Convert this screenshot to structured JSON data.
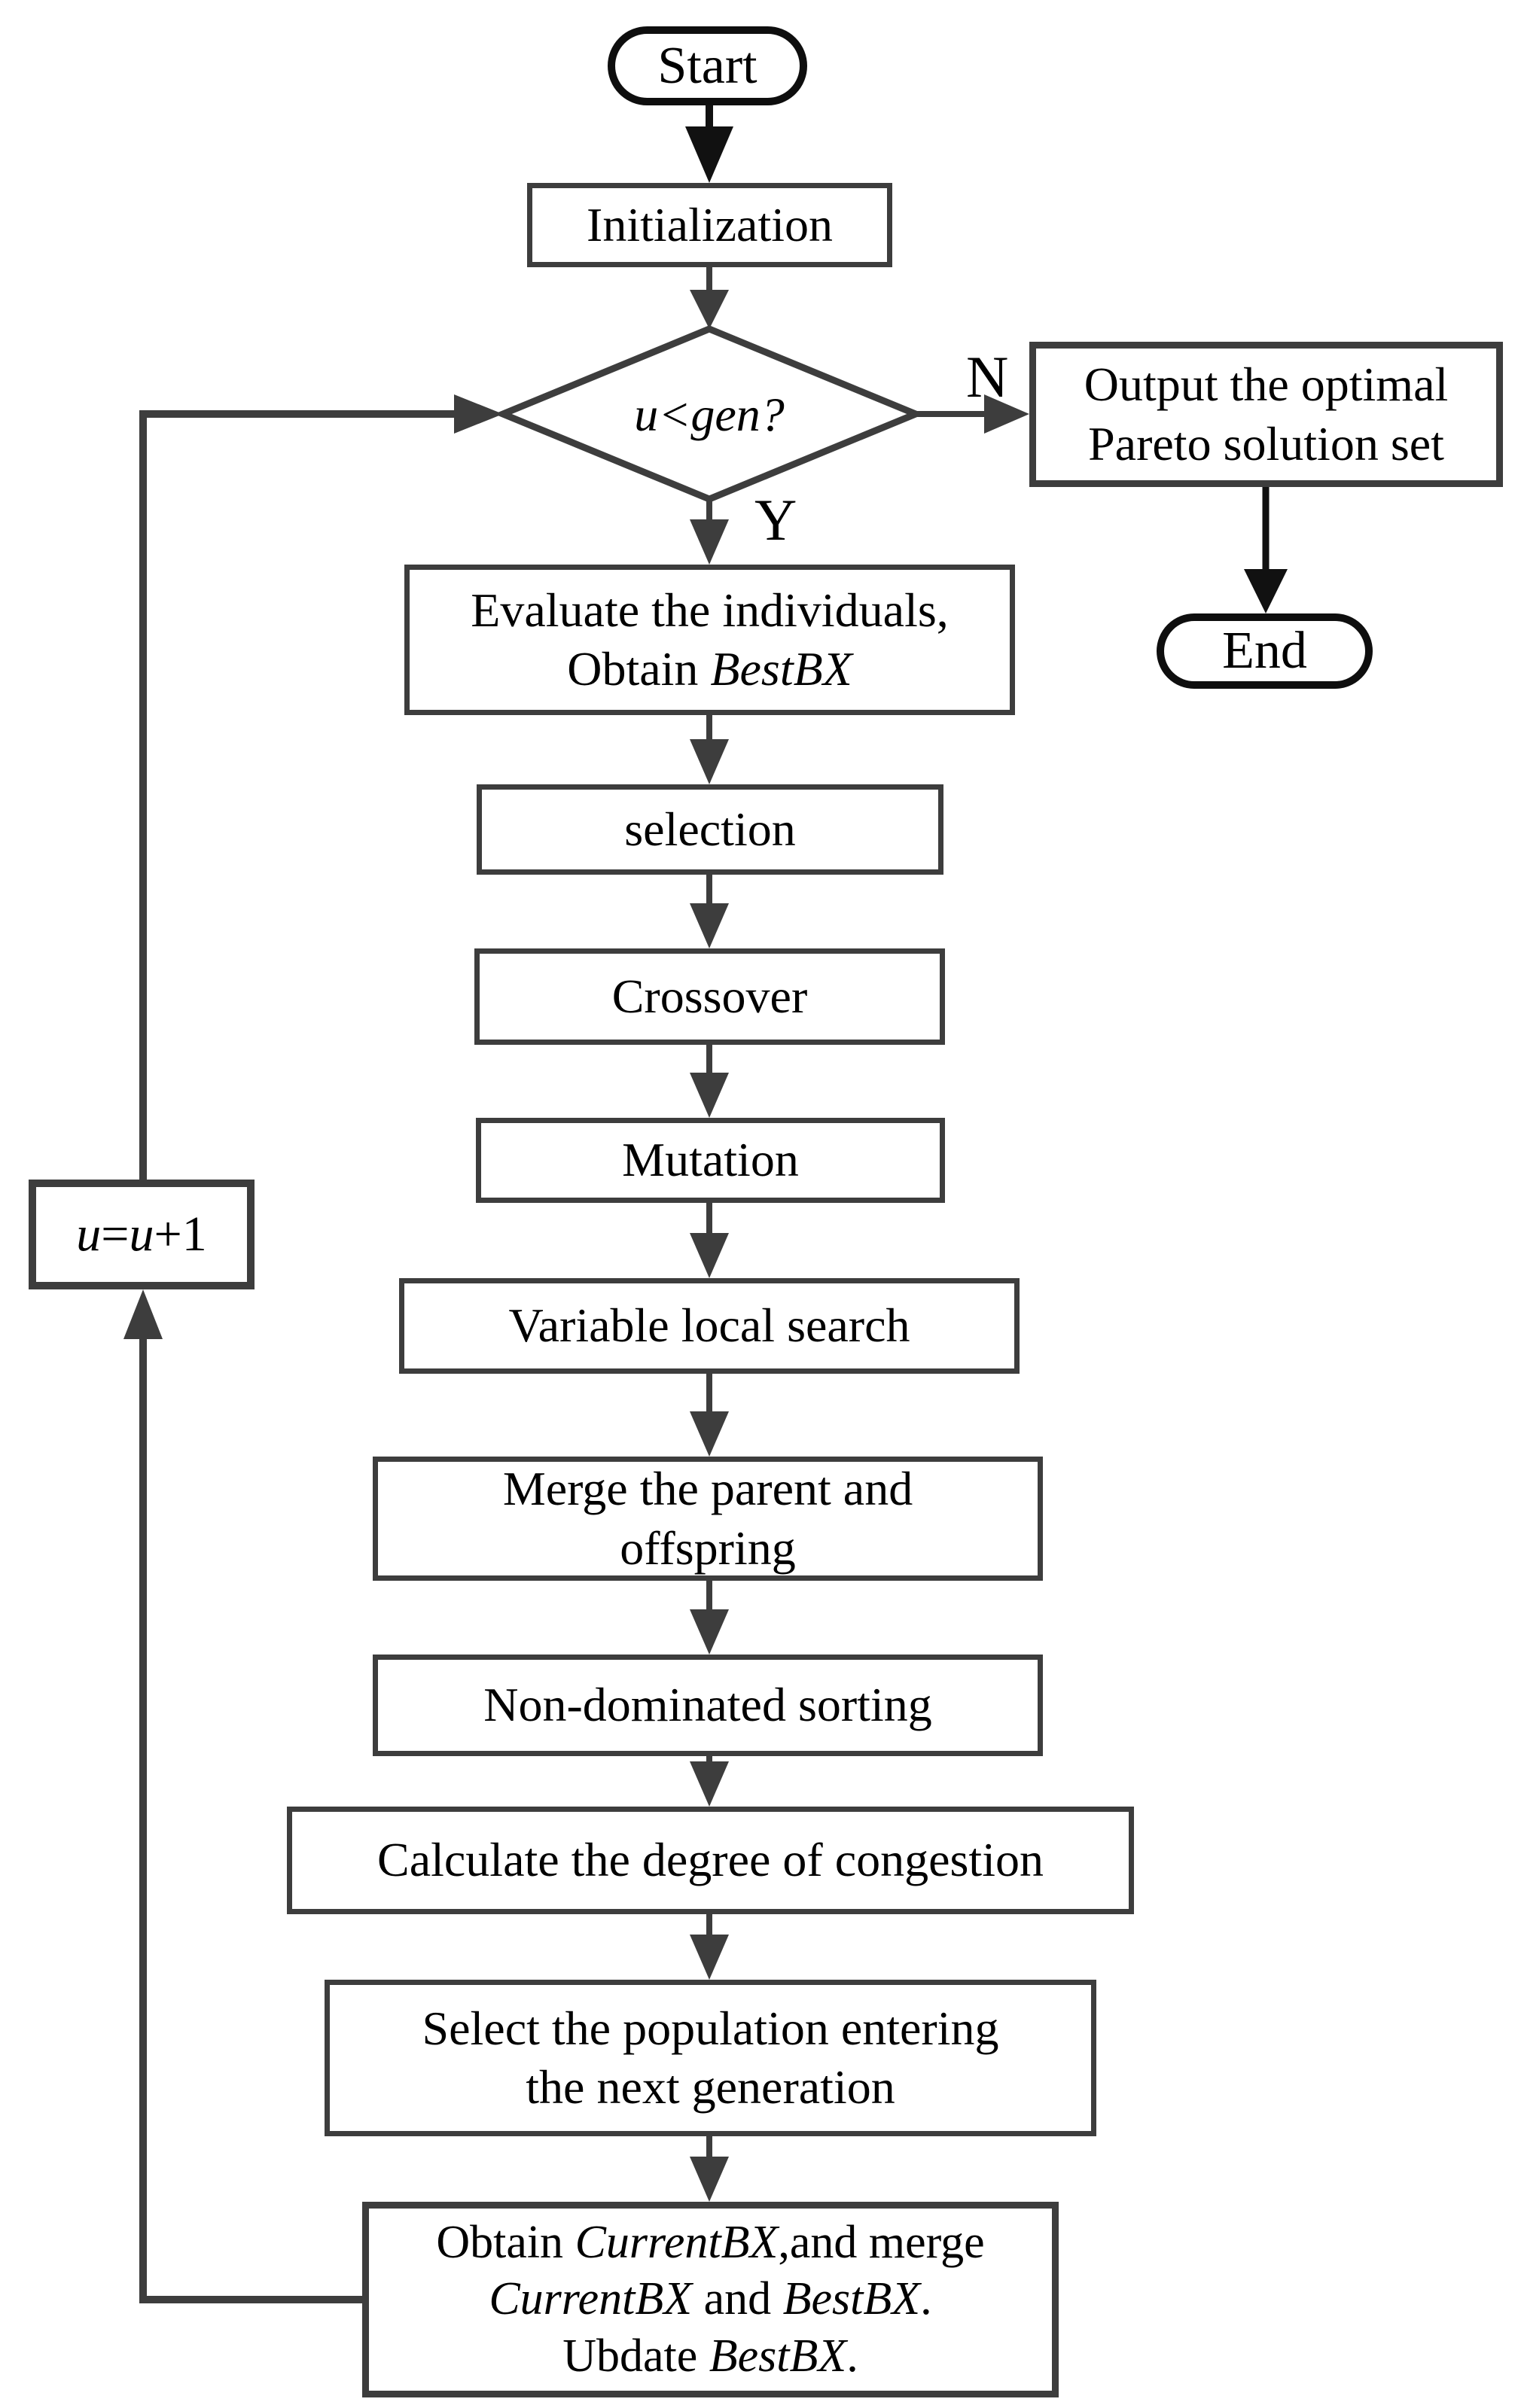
{
  "figure": {
    "type": "flowchart",
    "colors": {
      "background": "#ffffff",
      "line_gray": "#3d3d3d",
      "line_black": "#111111",
      "text": "#000000"
    }
  },
  "nodes": {
    "start": {
      "label": "Start"
    },
    "init": {
      "label": "Initialization"
    },
    "decision": {
      "label": "u<gen?"
    },
    "branch_no": {
      "label": "N"
    },
    "branch_yes": {
      "label": "Y"
    },
    "output": {
      "line1": "Output the optimal",
      "line2": "Pareto solution set"
    },
    "end": {
      "label": "End"
    },
    "evaluate": {
      "line1": "Evaluate the individuals,",
      "line2_pre": "Obtain ",
      "line2_it": "BestBX"
    },
    "selection": {
      "label": "selection"
    },
    "crossover": {
      "label": "Crossover"
    },
    "mutation": {
      "label": "Mutation"
    },
    "vls": {
      "label": "Variable local search"
    },
    "merge": {
      "line1": "Merge the parent and",
      "line2": "offspring"
    },
    "nds": {
      "label": "Non-dominated sorting"
    },
    "congestion": {
      "label": "Calculate the degree of congestion"
    },
    "select_pop": {
      "line1": "Select the population entering",
      "line2": "the next generation"
    },
    "update": {
      "l1_pre": "Obtain ",
      "l1_it": "CurrentBX",
      "l1_post": ",and merge",
      "l2_it1": "CurrentBX",
      "l2_mid": " and ",
      "l2_it2": "BestBX",
      "l2_post": ".",
      "l3_pre": "Ubdate ",
      "l3_it": "BestBX",
      "l3_post": "."
    },
    "counter": {
      "it1": "u",
      "mid": "=",
      "it2": "u",
      "post": "+1"
    }
  }
}
